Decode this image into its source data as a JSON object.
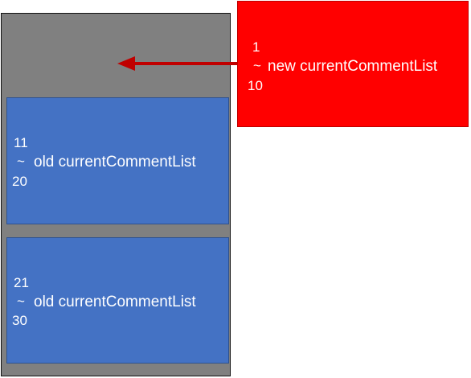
{
  "blocks": {
    "new_list": {
      "range_start": "1",
      "range_sep": "~",
      "range_end": "10",
      "label": "new currentCommentList",
      "color": "#ff0000"
    },
    "old_list_1": {
      "range_start": "11",
      "range_sep": "~",
      "range_end": "20",
      "label": "old currentCommentList",
      "color": "#4472c4"
    },
    "old_list_2": {
      "range_start": "21",
      "range_sep": "~",
      "range_end": "30",
      "label": "old currentCommentList",
      "color": "#4472c4"
    }
  },
  "container": {
    "color": "#808080"
  },
  "arrow": {
    "color": "#c00000",
    "direction": "left"
  }
}
